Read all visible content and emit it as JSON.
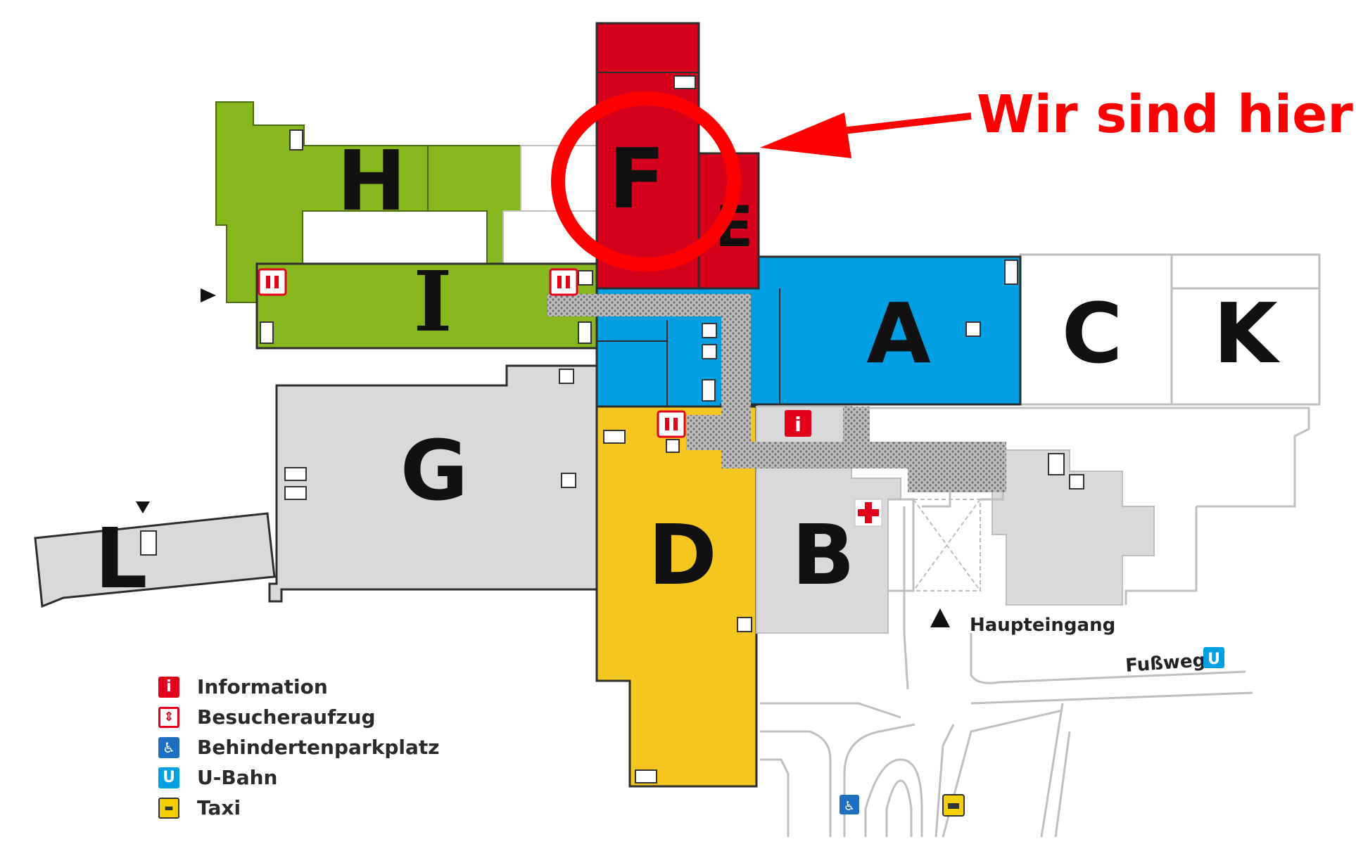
{
  "callout": {
    "text": "Wir sind hier"
  },
  "buildings": {
    "H": "H",
    "I": "I",
    "F": "F",
    "E": "E",
    "A": "A",
    "C": "C",
    "K": "K",
    "G": "G",
    "L": "L",
    "D": "D",
    "B": "B"
  },
  "places": {
    "main_entrance": "Haupteingang",
    "footpath": "Fußweg"
  },
  "legend": {
    "items": [
      {
        "icon": "info-icon",
        "glyph": "i",
        "label": "Information",
        "color": "#e3001b"
      },
      {
        "icon": "elevator-icon",
        "glyph": "⇕",
        "label": "Besucheraufzug",
        "color": "#e3001b"
      },
      {
        "icon": "wheelchair-icon",
        "glyph": "♿",
        "label": "Behindertenparkplatz",
        "color": "#1f6fc1"
      },
      {
        "icon": "subway-icon",
        "glyph": "U",
        "label": "U-Bahn",
        "color": "#00a0e3"
      },
      {
        "icon": "taxi-icon",
        "glyph": "▬",
        "label": "Taxi",
        "color": "#f5d000"
      }
    ]
  },
  "colors": {
    "green": "#86b81e",
    "red": "#d6001c",
    "blue": "#009fe3",
    "yellow": "#f5c520",
    "gray": "#d9d9d9",
    "callout": "#ff0000"
  }
}
